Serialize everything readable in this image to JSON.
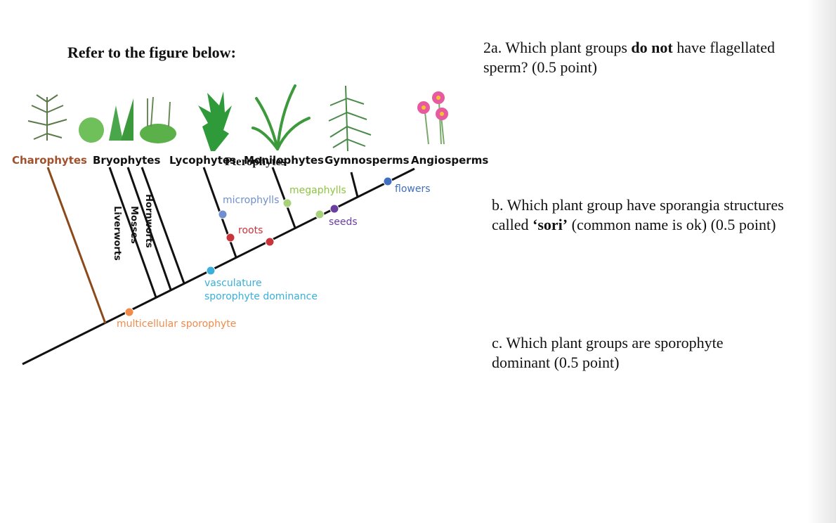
{
  "title": "Refer to the figure below:",
  "questions": {
    "q2a": {
      "pre": "2a. Which plant groups ",
      "bold": "do not",
      "post": " have flagellated",
      "line2": "sperm? (0.5 point)"
    },
    "qb": {
      "pre": "b. Which plant group have sporangia structures",
      "line2_pre": "called ",
      "bold": "‘sori’",
      "line2_post": " (common name is ok) (0.5 point)"
    },
    "qc": {
      "line1": "c. Which plant groups are sporophyte",
      "line2": "dominant (0.5 point)"
    }
  },
  "groups": {
    "charophytes": "Charophytes",
    "bryophytes": "Bryophytes",
    "lycophytes": "Lycophytes",
    "monilophytes": "Monilophytes",
    "pterophytes": "Pterophytes",
    "gymnosperms": "Gymnosperms",
    "angiosperms": "Angiosperms"
  },
  "bryophyte_subgroups": {
    "liverworts": "Liverworts",
    "mosses": "Mosses",
    "hornworts": "Hornworts"
  },
  "traits": {
    "multicellular_sporophyte": "multicellular sporophyte",
    "vasculature": "vasculature",
    "sporophyte_dominance": "sporophyte dominance",
    "microphylls": "microphylls",
    "roots": "roots",
    "megaphylls": "megaphylls",
    "seeds": "seeds",
    "flowers": "flowers"
  },
  "colors": {
    "charophytes_label": "#a0522d",
    "charophytes_line": "#8b4a1c",
    "multicellular_sporophyte": "#f28a4a",
    "vasculature": "#3ab0d8",
    "microphylls": "#6f8fd0",
    "roots": "#c8343a",
    "megaphylls": "#8cc63f",
    "seeds": "#6a3fa0",
    "seeds_dot2": "#a8d27a",
    "flowers": "#3f6fc0",
    "plant_green": "#3c9a3c",
    "flower_pink": "#e85aa0"
  }
}
